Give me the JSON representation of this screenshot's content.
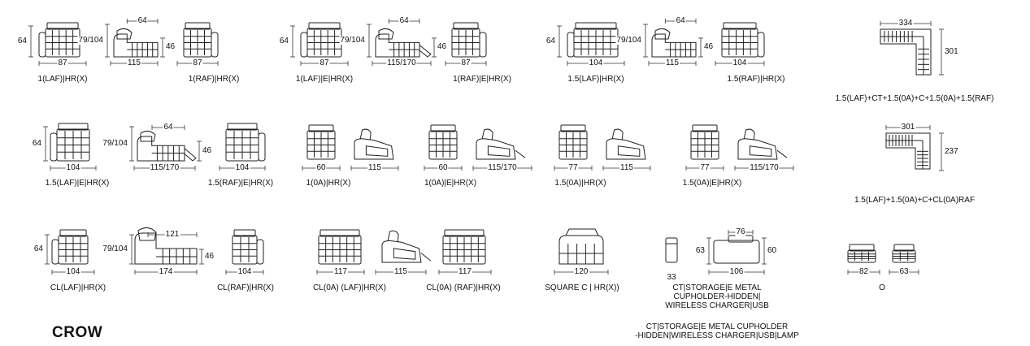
{
  "brand": "CROW",
  "modules": [
    {
      "code": "1(LAF)|HR(X)",
      "width": "87",
      "depth": "64",
      "height": ""
    },
    {
      "code": "1(RAF)|HR(X)",
      "width": "87",
      "depth": "",
      "height": ""
    },
    {
      "code": "1(LAF)|E|HR(X)",
      "width": "87",
      "depth": "64",
      "height": ""
    },
    {
      "code": "1(RAF)|E|HR(X)",
      "width": "87",
      "depth": "",
      "height": ""
    },
    {
      "code": "1.5(LAF)|HR(X)",
      "width": "104",
      "depth": "64",
      "height": ""
    },
    {
      "code": "1.5(RAF)|HR(X)",
      "width": "104",
      "depth": "",
      "height": ""
    },
    {
      "code": "1.5(LAF)|E|HR(X)",
      "width": "104",
      "depth": "64",
      "height": ""
    },
    {
      "code": "1.5(RAF)|E|HR(X)",
      "width": "104",
      "depth": "",
      "height": ""
    },
    {
      "code": "1(0A)|HR(X)",
      "width": "60",
      "depth": "",
      "height": ""
    },
    {
      "code": "1(0A)|E|HR(X)",
      "width": "60",
      "depth": "",
      "height": ""
    },
    {
      "code": "1.5(0A)|HR(X)",
      "width": "77",
      "depth": "",
      "height": ""
    },
    {
      "code": "1.5(0A)|E|HR(X)",
      "width": "77",
      "depth": "",
      "height": ""
    },
    {
      "code": "CL(LAF)|HR(X)",
      "width": "104",
      "depth": "64",
      "height": ""
    },
    {
      "code": "CL(RAF)|HR(X)",
      "width": "104",
      "depth": "",
      "height": ""
    },
    {
      "code": "CL(0A) (LAF)|HR(X)",
      "width": "117",
      "depth": "",
      "height": ""
    },
    {
      "code": "CL(0A) (RAF)|HR(X)",
      "width": "117",
      "depth": "",
      "height": ""
    },
    {
      "code": "SQUARE C | HR(X))",
      "width": "120",
      "depth": "",
      "height": ""
    },
    {
      "code": "O",
      "width": "82",
      "width2": "63",
      "depth": "",
      "height": ""
    }
  ],
  "side_views": [
    {
      "depth": "115",
      "seat": "64",
      "height": "79/104",
      "arm": "46"
    },
    {
      "depth": "115/170",
      "seat": "64",
      "height": "79/104",
      "arm": "46"
    },
    {
      "depth": "115",
      "seat": "64",
      "height": "79/104",
      "arm": "46"
    },
    {
      "depth": "115/170",
      "seat": "64",
      "height": "79/104",
      "arm": "46"
    },
    {
      "depth": "115",
      "height": ""
    },
    {
      "depth": "115/170",
      "height": ""
    },
    {
      "depth": "115",
      "height": ""
    },
    {
      "depth": "115/170",
      "height": ""
    },
    {
      "depth": "174",
      "top": "121",
      "height": "79/104",
      "arm": "46"
    },
    {
      "depth": "115",
      "height": ""
    }
  ],
  "storage": {
    "ct_width": "33",
    "c_width": "106",
    "c_top": "76",
    "c_height_left": "63",
    "c_height_right": "60",
    "caption_lines": [
      "CT|STORAGE|E METAL",
      "CUPHOLDER-HIDDEN|",
      "WIRELESS CHARGER|USB"
    ],
    "caption2_lines": [
      "CT|STORAGE|E METAL CUPHOLDER",
      "-HIDDEN|WIRELESS CHARGER|USB|LAMP"
    ]
  },
  "combos": [
    {
      "code": "1.5(LAF)+CT+1.5(0A)+C+1.5(0A)+1.5(RAF)",
      "width": "334",
      "depth": "301"
    },
    {
      "code": "1.5(LAF)+1.5(0A)+C+CL(0A)RAF",
      "width": "301",
      "depth": "237"
    }
  ]
}
